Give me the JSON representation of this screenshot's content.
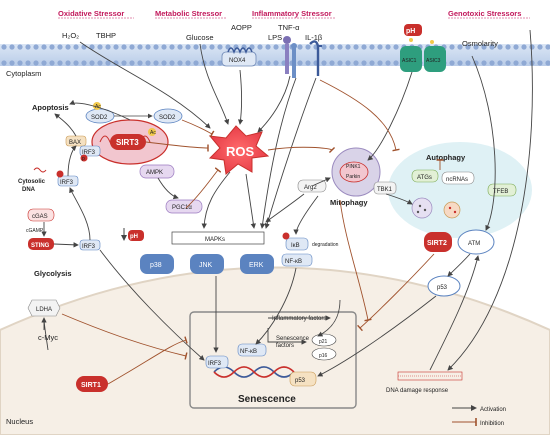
{
  "stressors": {
    "oxidative": "Oxidative Stressor",
    "metabolic": "Metabolic Stressor",
    "inflammatory": "Inflammatory Stressor",
    "genotoxic": "Genotoxic Stressors"
  },
  "top_labels": {
    "h2o2": "H₂O₂",
    "tbhp": "TBHP",
    "glucose": "Glucose",
    "aopp": "AOPP",
    "tnf": "TNF-α",
    "lps": "LPS",
    "il1b": "IL-1β",
    "ph": "pH",
    "osmolarity": "Osmolarity"
  },
  "membrane": {
    "cytoplasm": "Cytoplasm",
    "nox4": "NOX4",
    "asic1": "ASIC1",
    "asic3": "ASIC3"
  },
  "nodes": {
    "apoptosis": "Apoptosis",
    "sod2_left": "SOD2",
    "sod2_right": "SOD2",
    "ac": "Ac",
    "bax": "BAX",
    "irf3": "IRF3",
    "p": "p",
    "sirt3": "SIRT3",
    "ros": "ROS",
    "ampk": "AMPK",
    "pgc1a": "PGC1α",
    "arg2": "Arg2",
    "autophagy": "Autophagy",
    "atgs": "ATGs",
    "ncrnas": "ncRNAs",
    "tbk1": "TBK1",
    "tfeb": "TFEB",
    "mitophagy": "Mitophagy",
    "pink1": "PINK1",
    "parkin": "Parkin",
    "cytosolic_dna_1": "Cytosolic",
    "cytosolic_dna_2": "DNA",
    "cgas": "cGAS",
    "cgamp": "cGAMP",
    "sting": "STING",
    "irf3_mid": "IRF3",
    "irf3_low": "IRF3",
    "irf3_nuc": "IRF3",
    "ph_inner": "pH",
    "mapks": "MAPKs",
    "p38": "p38",
    "jnk": "JNK",
    "erk": "ERK",
    "ikb": "IκB",
    "degradation": "degradation",
    "nfkb": "NF-κB",
    "nfkb_nuc": "NF-κB",
    "sirt2": "SIRT2",
    "atm": "ATM",
    "p53_cyto": "p53",
    "p53_nuc": "p53",
    "glycolysis": "Glycolysis",
    "ldha": "LDHA",
    "cmyc": "c-Myc",
    "sirt1": "SIRT1",
    "nucleus": "Nucleus",
    "inflammatory_factors": "Inflammatory factors",
    "senescence_factors_1": "Senescence",
    "senescence_factors_2": "factors",
    "p21": "p21",
    "p16": "p16",
    "senescence": "Senescence",
    "dna_damage": "DNA damage response"
  },
  "legend": {
    "activation": "Activation",
    "inhibition": "Inhibition"
  },
  "colors": {
    "stressor_text": "#c2185b",
    "activation": "#444444",
    "inhibition": "#a0522d",
    "ros": "#e8404a",
    "sirt": "#c9302c",
    "kinase_blue": "#5b83c0",
    "membrane": "#b9cce8",
    "nucleus": "#f6efe6"
  }
}
